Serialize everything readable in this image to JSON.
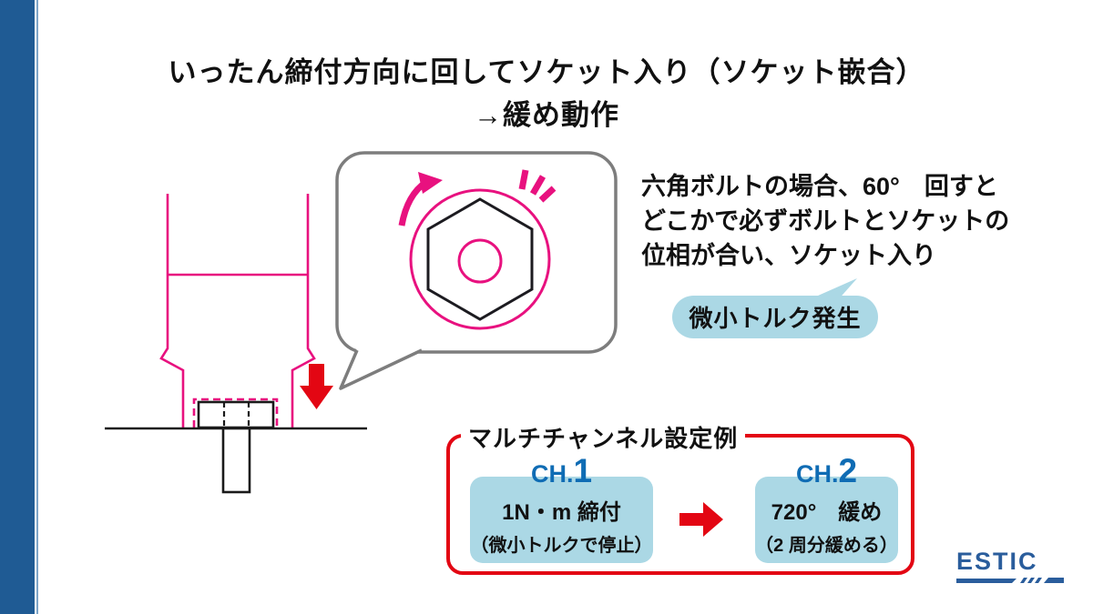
{
  "title": {
    "line1": "いったん締付方向に回してソケット入り（ソケット嵌合）",
    "line2": "→緩め動作"
  },
  "explanation": {
    "lines": [
      "六角ボルトの場合、60°　回すと",
      "どこかで必ずボルトとソケットの",
      "位相が合い、ソケット入り"
    ]
  },
  "torque_callout": {
    "label": "微小トルク発生"
  },
  "multichannel": {
    "title": "マルチチャンネル設定例",
    "ch1": {
      "prefix": "CH.",
      "number": "1",
      "line1": "1N・m 締付",
      "line2": "（微小トルクで停止）"
    },
    "ch2": {
      "prefix": "CH.",
      "number": "2",
      "line1": "720°　緩め",
      "line2": "（2 周分緩める）"
    }
  },
  "logo": {
    "text": "ESTIC"
  },
  "colors": {
    "magenta": "#e8117f",
    "red": "#e30613",
    "light_blue": "#abd8e5",
    "channel_blue": "#0f6cb4",
    "logo_blue": "#2a5d9c",
    "sidebar_blue": "#1f5b94",
    "bubble_gray": "#7d7d7d"
  }
}
